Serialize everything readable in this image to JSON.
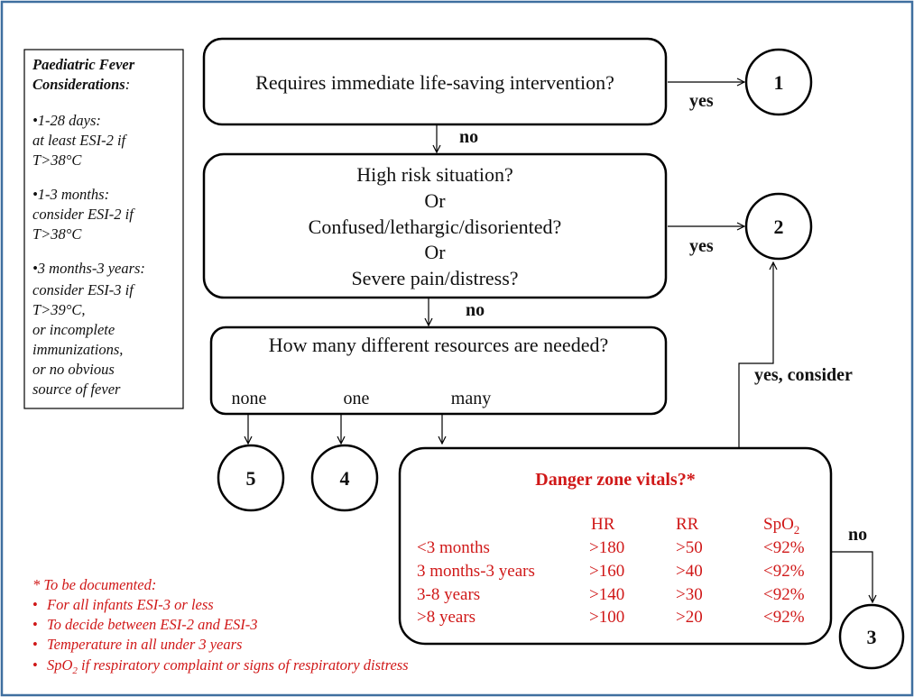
{
  "colors": {
    "text": "#111111",
    "danger": "#d01818",
    "frame": "#3f6f9f",
    "box_stroke": "#000000"
  },
  "sidebar": {
    "title_line1": "Paediatric Fever",
    "title_line2": "Considerations",
    "title_colon": ":",
    "items": [
      {
        "lines": [
          "•1-28 days:",
          "at least ESI-2 if",
          "T>38°C"
        ]
      },
      {
        "lines": [
          "•1-3 months:",
          "consider ESI-2 if",
          "T>38°C"
        ]
      },
      {
        "lines": [
          "•3 months-3 years:",
          "consider ESI-3 if",
          "T>39°C,",
          "or incomplete",
          "immunizations,",
          "or no obvious",
          "source of fever"
        ]
      }
    ]
  },
  "flow": {
    "q1": "Requires immediate life-saving intervention?",
    "q2_lines": [
      "High risk situation?",
      "Or",
      "Confused/lethargic/disoriented?",
      "Or",
      "Severe pain/distress?"
    ],
    "q3": "How many different resources are needed?",
    "resources": [
      "none",
      "one",
      "many"
    ],
    "yes": "yes",
    "no": "no",
    "yes_consider": "yes, consider"
  },
  "levels": [
    "1",
    "2",
    "3",
    "4",
    "5"
  ],
  "danger": {
    "title": "Danger zone vitals?*",
    "headers": {
      "hr": "HR",
      "rr": "RR",
      "spo2_base": "SpO",
      "spo2_sub": "2"
    },
    "rows": [
      {
        "age": "<3 months",
        "hr": ">180",
        "rr": ">50",
        "spo2": "<92%"
      },
      {
        "age": "3 months-3 years",
        "hr": ">160",
        "rr": ">40",
        "spo2": "<92%"
      },
      {
        "age": "3-8 years",
        "hr": ">140",
        "rr": ">30",
        "spo2": "<92%"
      },
      {
        "age": ">8 years",
        "hr": ">100",
        "rr": ">20",
        "spo2": "<92%"
      }
    ]
  },
  "footnote": {
    "heading": "* To be documented:",
    "bullet": "•",
    "items": [
      {
        "text": "For all infants ESI-3 or less"
      },
      {
        "text": "To decide between ESI-2 and ESI-3"
      },
      {
        "text": "Temperature in all under 3 years"
      },
      {
        "base": "SpO",
        "sub": "2",
        "rest": " if respiratory complaint or signs of respiratory distress"
      }
    ]
  }
}
